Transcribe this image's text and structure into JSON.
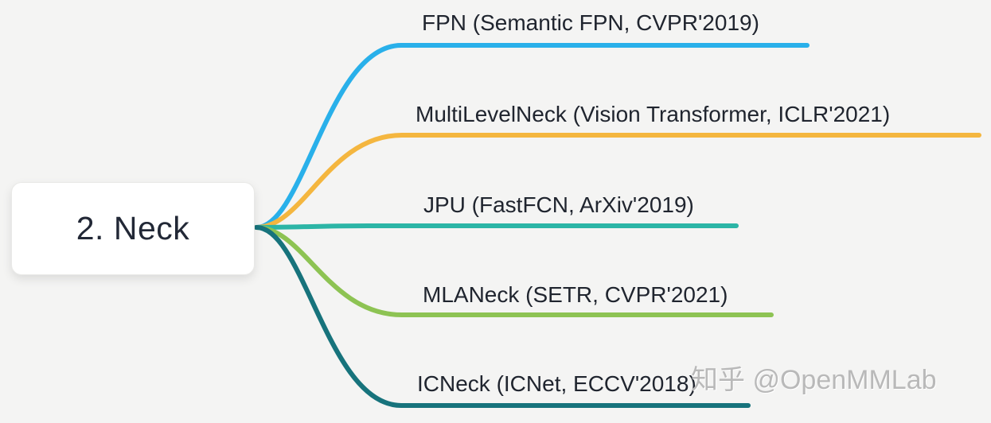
{
  "root": {
    "label": "2. Neck"
  },
  "branches": [
    {
      "label": "FPN (Semantic FPN, CVPR'2019)",
      "color": "#29b0ea"
    },
    {
      "label": "MultiLevelNeck (Vision Transformer, ICLR'2021)",
      "color": "#f4b63f"
    },
    {
      "label": "JPU (FastFCN, ArXiv'2019)",
      "color": "#2cb5a6"
    },
    {
      "label": "MLANeck (SETR, CVPR'2021)",
      "color": "#8dc353"
    },
    {
      "label": "ICNeck (ICNet, ECCV'2018)",
      "color": "#17737c"
    }
  ],
  "watermark": {
    "text": "知乎 @OpenMMLab",
    "color": "#b9b9b9"
  },
  "canvas": {
    "background": "#f4f4f3",
    "node_background": "#ffffff",
    "text_color": "#20252f"
  }
}
